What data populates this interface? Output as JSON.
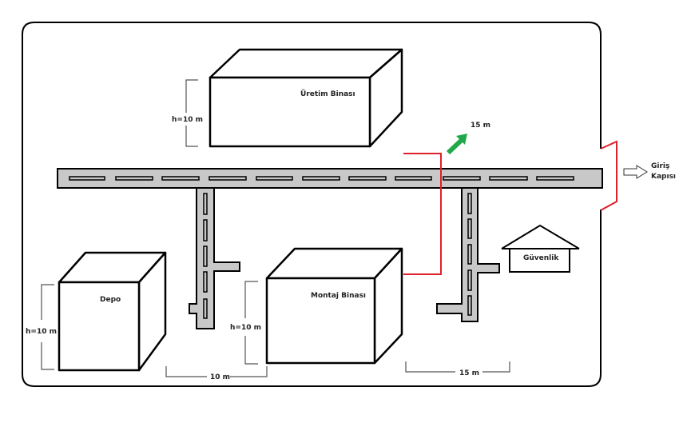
{
  "buildings": {
    "uretim": "Üretim Binası",
    "depo": "Depo",
    "montaj": "Montaj Binası",
    "guvenlik": "Güvenlik"
  },
  "dimensions": {
    "uretim_height": "h=10 m",
    "depo_height": "h=10 m",
    "montaj_height": "h=10 m",
    "gap_depo_montaj": "10 m",
    "gap_montaj_right": "15 m",
    "arrow_distance": "15 m"
  },
  "entrance": {
    "line1": "Giriş",
    "line2": "Kapısı"
  },
  "colors": {
    "road": "#c8c8c8",
    "boundary_line": "#e0202a",
    "arrow": "#22a84a"
  }
}
